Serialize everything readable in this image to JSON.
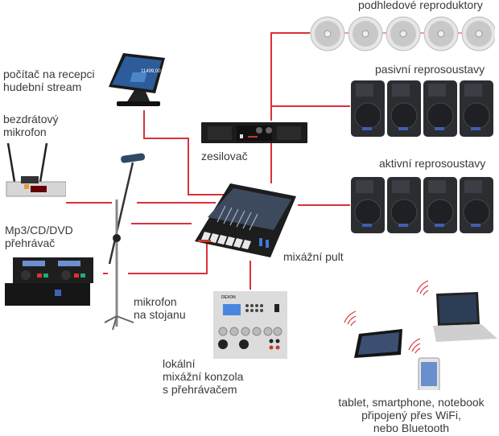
{
  "diagram": {
    "title": "Audio system connection diagram",
    "wire_color": "#d9313b",
    "nodes": {
      "ceiling_speakers": {
        "label": "podhledové reproduktory",
        "count": 5,
        "icon": "ceiling-speaker-icon"
      },
      "passive_speakers": {
        "label": "pasivní reprosoustavy",
        "count": 4,
        "icon": "pa-speaker-icon"
      },
      "active_speakers": {
        "label": "aktivní reprosoustavy",
        "count": 4,
        "icon": "pa-speaker-icon"
      },
      "reception_pc": {
        "label_line1": "počítač na recepci",
        "label_line2": "hudební stream",
        "screen_text": "11499,00",
        "icon": "touchscreen-pc-icon"
      },
      "wireless_mic": {
        "label_line1": "bezdrátový",
        "label_line2": "mikrofon",
        "icon": "wireless-receiver-icon"
      },
      "amplifier": {
        "label": "zesilovač",
        "icon": "amplifier-icon"
      },
      "mixer": {
        "label": "mixážní pult",
        "icon": "mixer-console-icon"
      },
      "cd_player": {
        "label_line1": "Mp3/CD/DVD",
        "label_line2": "přehrávač",
        "icon": "cd-player-icon"
      },
      "stand_mic": {
        "label_line1": "mikrofon",
        "label_line2": "na stojanu",
        "icon": "microphone-stand-icon"
      },
      "local_console": {
        "label_line1": "lokální",
        "label_line2": "mixážní konzola",
        "label_line3": "s přehrávačem",
        "brand": "DEXON",
        "icon": "wall-console-icon"
      },
      "wireless_devices": {
        "label_line1": "tablet, smartphone, notebook",
        "label_line2": "připojený přes WiFi,",
        "label_line3": "nebo Bluetooth",
        "icons": [
          "tablet-icon",
          "smartphone-icon",
          "laptop-icon",
          "wifi-signal-icon"
        ]
      }
    }
  }
}
